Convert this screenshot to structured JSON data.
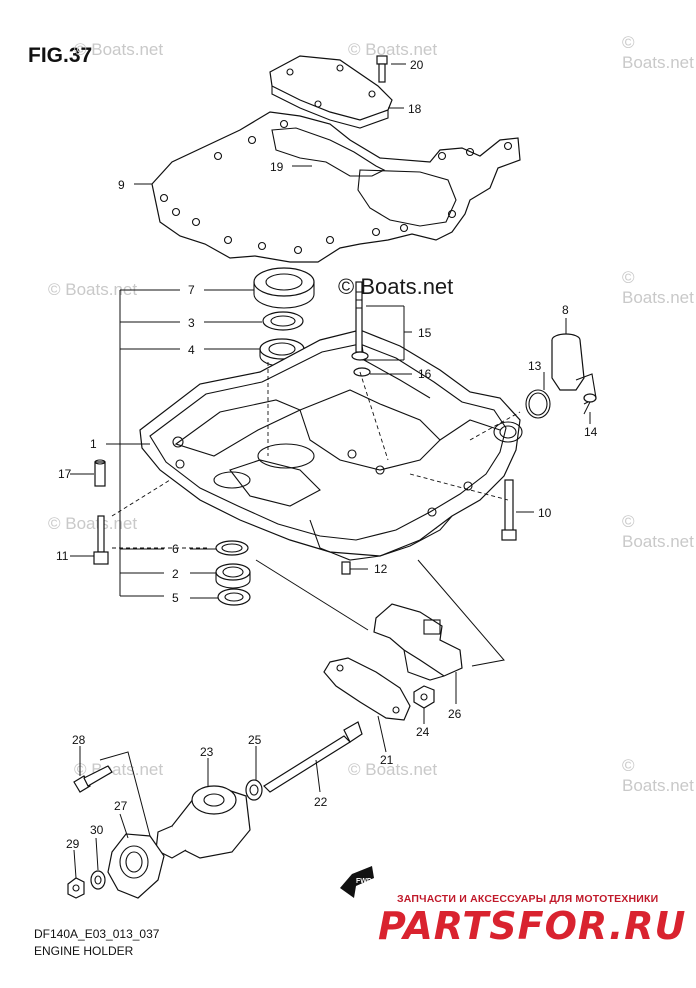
{
  "figure": {
    "title": "FIG.37",
    "code": "DF140A_E03_013_037",
    "name": "ENGINE HOLDER"
  },
  "watermarks": {
    "text": "© Boats.net",
    "main_text": "© Boats.net"
  },
  "branding": {
    "subtitle": "ЗАПЧАСТИ И АКСЕССУАРЫ ДЛЯ МОТОТЕХНИКИ",
    "logo": "PARTSFOR.RU",
    "logo_color": "#d9232f"
  },
  "fwd_label": "FWD",
  "callouts": [
    "1",
    "2",
    "3",
    "4",
    "5",
    "6",
    "7",
    "8",
    "9",
    "10",
    "11",
    "12",
    "13",
    "14",
    "15",
    "16",
    "17",
    "18",
    "19",
    "20",
    "21",
    "22",
    "23",
    "24",
    "25",
    "26",
    "27",
    "28",
    "29",
    "30"
  ]
}
